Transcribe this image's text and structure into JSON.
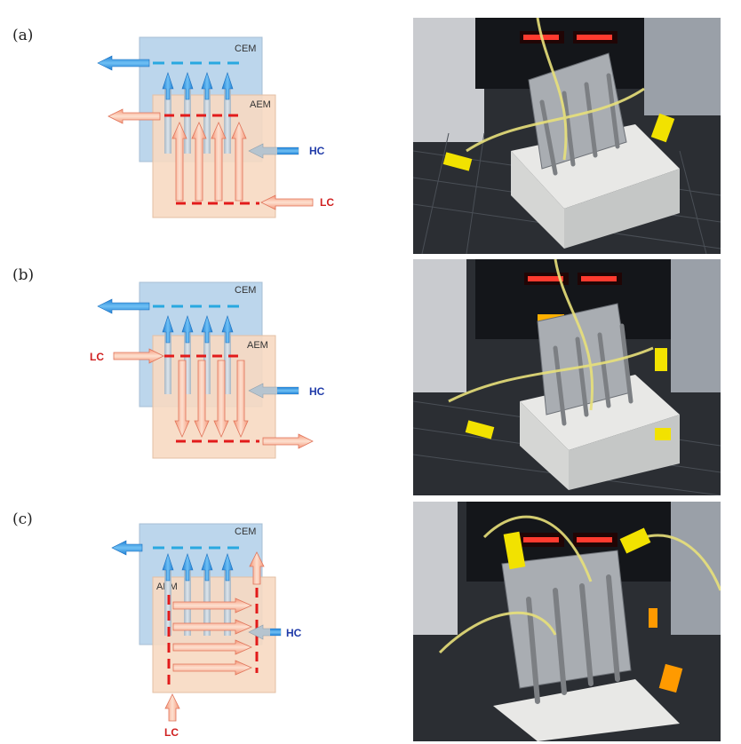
{
  "panels": [
    {
      "id": "a",
      "label": "(a)",
      "cem": "CEM",
      "aem": "AEM",
      "hc": "HC",
      "lc": "LC"
    },
    {
      "id": "b",
      "label": "(b)",
      "cem": "CEM",
      "aem": "AEM",
      "hc": "HC",
      "lc": "LC"
    },
    {
      "id": "c",
      "label": "(c)",
      "cem": "CEM",
      "aem": "AEM",
      "hc": "HC",
      "lc": "LC"
    }
  ],
  "colors": {
    "cem_fill": "#bcd6ec",
    "aem_fill": "#f7d9c2",
    "blue_arrow": "#2a8fe0",
    "orange_arrow": "#f6a986",
    "red_line": "#e21b1b",
    "cyan_line": "#29a8e0",
    "grey_arrow": "#b6c4cf"
  }
}
